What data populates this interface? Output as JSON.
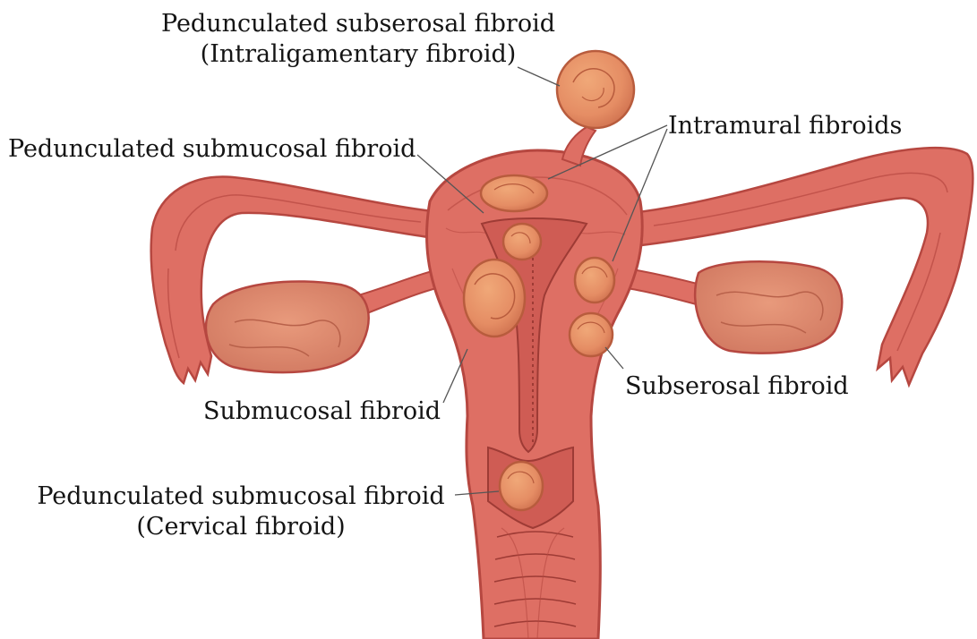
{
  "labels": {
    "pedunculated_subserosal": {
      "line1": "Pedunculated subserosal fibroid",
      "line2": "(Intraligamentary fibroid)"
    },
    "intramural": "Intramural fibroids",
    "pedunculated_submucosal_top": "Pedunculated submucosal fibroid",
    "subserosal": "Subserosal fibroid",
    "submucosal": "Submucosal fibroid",
    "pedunculated_submucosal_cervical": {
      "line1": "Pedunculated submucosal fibroid",
      "line2": "(Cervical fibroid)"
    }
  },
  "colors": {
    "tissue": "#de6f64",
    "tissue_dark": "#b64740",
    "inner": "#cf5c54",
    "ovary": "#d9846c",
    "fibroid": "#e58d64",
    "fibroid_edge": "#b85c3d",
    "leader": "#555555",
    "text": "#141414"
  }
}
